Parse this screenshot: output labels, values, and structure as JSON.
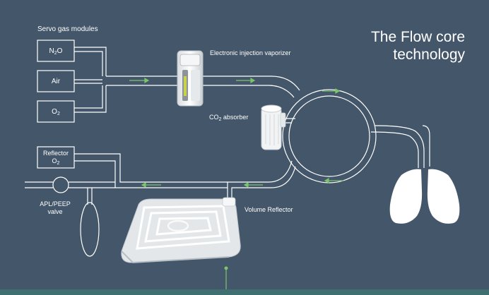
{
  "title": {
    "line1": "The Flow core",
    "line2": "technology"
  },
  "section_label": "Servo gas modules",
  "modules": [
    {
      "main": "N",
      "sub": "2",
      "tail": "O"
    },
    {
      "main": "Air",
      "sub": "",
      "tail": ""
    },
    {
      "main": "O",
      "sub": "2",
      "tail": ""
    }
  ],
  "vaporizer_label": "Electronic injection vaporizer",
  "absorber_label": {
    "main": "CO",
    "sub": "2",
    "tail": " absorber"
  },
  "reflector_o2": {
    "line1": "Reflector",
    "line2_main": "O",
    "line2_sub": "2"
  },
  "apl_label": {
    "line1": "APL/PEEP",
    "line2": "valve"
  },
  "volume_reflector_label": "Volume Reflector",
  "colors": {
    "background": "#44566a",
    "line": "#ffffff",
    "flow_arrow": "#7cc46a"
  }
}
